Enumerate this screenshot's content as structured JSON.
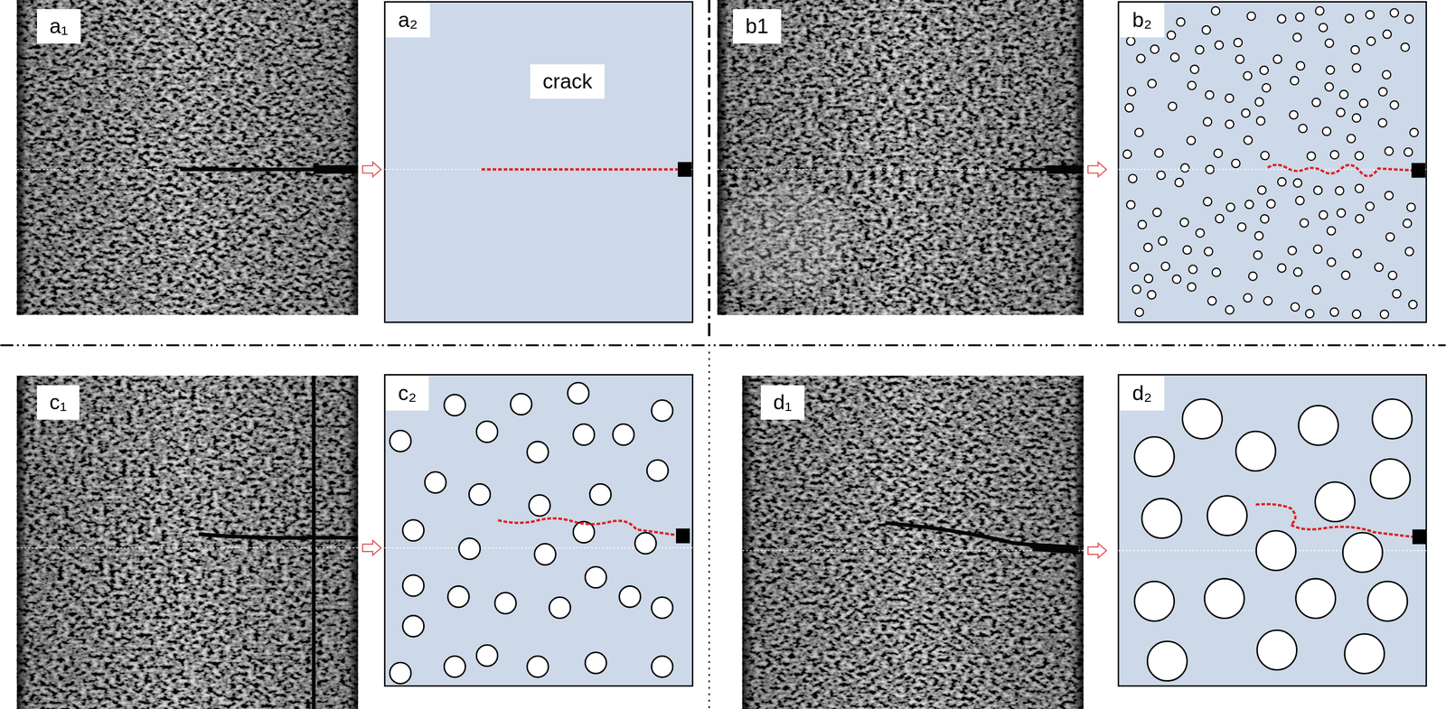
{
  "diagram": {
    "labels": [
      "a₁",
      "a₂",
      "crack",
      "b1",
      "b₂",
      "c₁",
      "c₂",
      "d₁",
      "d₂"
    ]
  }
}
